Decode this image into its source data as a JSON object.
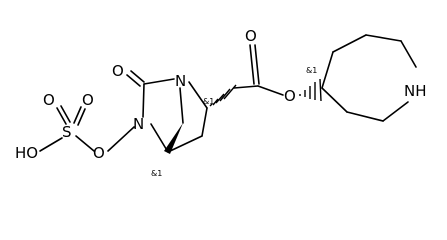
{
  "atoms": {
    "o_carbonyl_urea": "O",
    "n_bridge": "N",
    "n_ring": "N",
    "o_nitrogen": "O",
    "s": "S",
    "o_s_top1": "O",
    "o_s_top2": "O",
    "o_s_hydroxyl": "HO",
    "o_ester_double": "O",
    "o_ester_single": "O",
    "n_azepane": "NH"
  },
  "stereo_labels": {
    "c2": "&1",
    "c5": "&1",
    "c_azepane": "&1"
  }
}
